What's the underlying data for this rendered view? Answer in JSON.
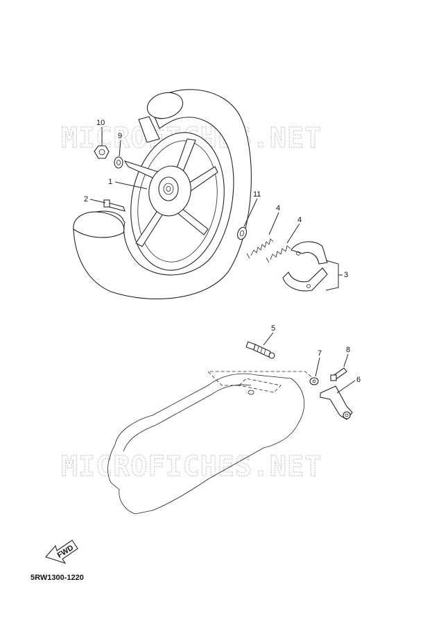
{
  "diagram": {
    "watermark": "MICROFICHES.NET",
    "fwd_label": "FWD",
    "diagram_code": "5RW1300-1220",
    "callouts": {
      "c1": "1",
      "c2": "2",
      "c3": "3",
      "c4a": "4",
      "c4b": "4",
      "c5": "5",
      "c6": "6",
      "c7": "7",
      "c8": "8",
      "c9": "9",
      "c10": "10",
      "c11": "11"
    }
  }
}
